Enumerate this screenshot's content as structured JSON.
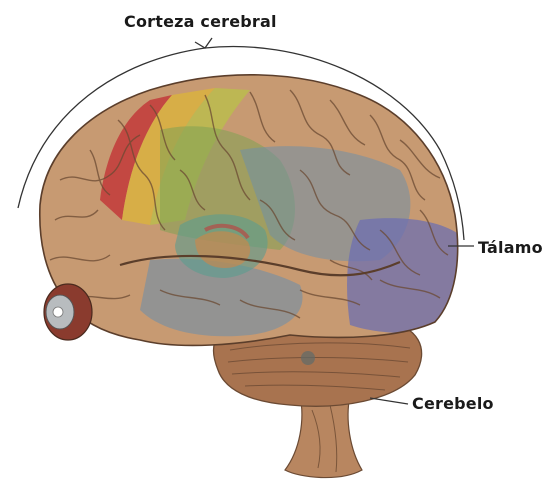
{
  "labels": {
    "cortex": "Corteza cerebral",
    "thalamus": "Tálamo",
    "cerebellum": "Cerebelo"
  },
  "colors": {
    "brain_base": "#c79a72",
    "sulcus": "#6b4a33",
    "motor_cortex": "#c23a3a",
    "premotor": "#d9b240",
    "yellow_green": "#b9c04a",
    "frontal_green": "#7fa354",
    "temporal_blue": "#6f8fa8",
    "occipital_blue": "#6d6fb0",
    "limbic_teal": "#5a9c8f",
    "orange_core": "#d8843f",
    "cerebellum": "#a8734f",
    "eye_gray": "#b8bcbf",
    "line": "#333333"
  }
}
